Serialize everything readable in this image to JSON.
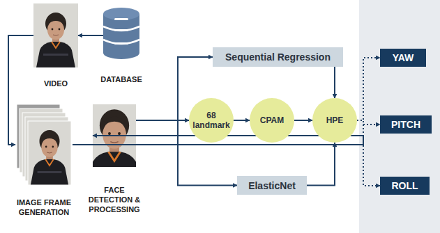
{
  "diagram": {
    "nodes": [
      {
        "text": [
          "VIDEO"
        ]
      },
      {
        "text": [
          "DATABASE"
        ]
      },
      {
        "text": [
          "IMAGE FRAME GENERATION"
        ]
      },
      {
        "text": [
          "FACE DETECTION & PROCESSING"
        ]
      },
      {
        "text": [
          "Sequential Regression"
        ]
      },
      {
        "text": [
          "68 landmark"
        ]
      },
      {
        "text": [
          "CPAM"
        ]
      },
      {
        "text": [
          "HPE"
        ]
      },
      {
        "text": [
          "ElasticNet"
        ]
      },
      {
        "text": [
          "YAW"
        ]
      },
      {
        "text": [
          "PITCH"
        ]
      },
      {
        "text": [
          "ROLL"
        ]
      }
    ],
    "edges": [
      {
        "from": 1,
        "to": 0,
        "arrow": "to"
      },
      {
        "from": 0,
        "to": 2,
        "arrow": "to"
      },
      {
        "from": 2,
        "to": 3,
        "arrow": "to"
      },
      {
        "from": 3,
        "to": 4,
        "arrow": "to"
      },
      {
        "from": 3,
        "to": 5,
        "arrow": "to"
      },
      {
        "from": 3,
        "to": 8,
        "arrow": "to"
      },
      {
        "from": 5,
        "to": 6,
        "arrow": "to"
      },
      {
        "from": 6,
        "to": 7,
        "arrow": "to"
      },
      {
        "from": 4,
        "to": 7,
        "arrow": "to"
      },
      {
        "from": 8,
        "to": 7,
        "arrow": "to"
      },
      {
        "from": 7,
        "to": 9,
        "arrow": "to"
      },
      {
        "from": 7,
        "to": 10,
        "arrow": "to"
      },
      {
        "from": 7,
        "to": 11,
        "arrow": "to"
      }
    ]
  }
}
